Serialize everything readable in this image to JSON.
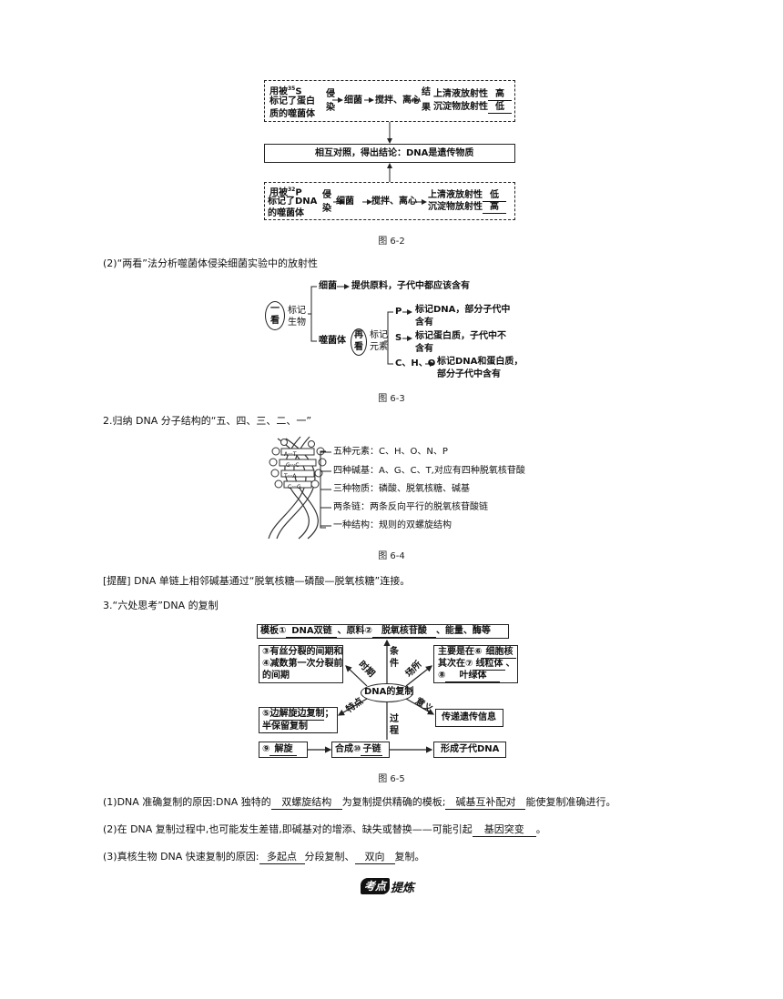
{
  "fig62": {
    "top": {
      "line1": "用被",
      "sup": "35",
      "s": "S",
      "line2": "标记了蛋白",
      "line3": "质的噬菌体",
      "infect1": "侵",
      "infect2": "染",
      "bacteria": "细菌",
      "stir": "搅拌、离心",
      "result1": "结",
      "result2": "果",
      "super": "上清液放射性",
      "super_val": "高",
      "sediment": "沉淀物放射性",
      "sediment_val": "低"
    },
    "mid": "相互对照，得出结论：DNA是遗传物质",
    "bottom": {
      "line1": "用被",
      "sup": "32",
      "p": "P",
      "line2": "标记了DNA",
      "line3": "的噬菌体",
      "infect1": "侵",
      "infect2": "染",
      "bacteria": "细菌",
      "stir": "搅拌、离心",
      "super": "上清液放射性",
      "super_val": "低",
      "sediment": "沉淀物放射性",
      "sediment_val": "高"
    },
    "caption": "图 6-2"
  },
  "sec_two_look": "(2)“两看”法分析噬菌体侵染细菌实验中的放射性",
  "fig63": {
    "one_look1": "一",
    "one_look2": "看",
    "mark1": "标记",
    "mark2": "生物",
    "bacteria": "细菌",
    "bacteria_note": "提供原料，子代中都应该含有",
    "phage": "噬菌体",
    "two_look1": "再",
    "two_look2": "看",
    "elem1": "标记",
    "elem2": "元素",
    "p": "P",
    "p_note1": "标记DNA，部分子代中",
    "p_note2": "含有",
    "s": "S",
    "s_note1": "标记蛋白质，子代中不",
    "s_note2": "含有",
    "cho": "C、H、O",
    "cho_note1": "标记DNA和蛋白质，",
    "cho_note2": "部分子代中含有",
    "caption": "图 6-3"
  },
  "sec2": "2.归纳 DNA 分子结构的“五、四、三、二、一”",
  "fig64": {
    "items": [
      "五种元素：C、H、O、N、P",
      "四种碱基：A、G、C、T,对应有四种脱氧核苷酸",
      "三种物质：磷酸、脱氧核糖、碱基",
      "两条链：两条反向平行的脱氧核苷酸链",
      "一种结构：规则的双螺旋结构"
    ],
    "pairs": [
      "A",
      "T",
      "G",
      "C",
      "T",
      "A",
      "C",
      "G"
    ],
    "caption": "图 6-4"
  },
  "reminder": "[提醒] DNA 单链上相邻碱基通过“脱氧核糖—磷酸—脱氧核糖”连接。",
  "sec3": "3.“六处思考”DNA 的复制",
  "fig65": {
    "top_a": "模板①",
    "top_a_val": "DNA双链",
    "top_b": "、原料②",
    "top_b_val": "脱氧核苷酸",
    "top_c": "、能量、酶等",
    "left1": "③有丝分裂的间期和",
    "left2": "④减数第一次分裂前",
    "left3": "的间期",
    "right1a": "主要是在⑥",
    "right1_val": "细胞核",
    "right2a": "其次在⑦",
    "right2_val": "线粒体",
    "right2b": "、",
    "right3a": "⑧",
    "right3_val": "叶绿体",
    "center": "DNA的复制",
    "cond1": "条",
    "cond2": "件",
    "time": "时期",
    "place": "场所",
    "feature": "特点",
    "meaning": "意义",
    "process1": "过",
    "process2": "程",
    "feat1a": "⑤",
    "feat1_val": "边解旋边复制",
    "feat1b": "；",
    "feat2_val": "半保留复制",
    "meaning_box": "传递遗传信息",
    "step1a": "⑨",
    "step1_val": "解旋",
    "step2a": "合成⑩",
    "step2_val": "子链",
    "step3": "形成子代DNA",
    "caption": "图 6-5"
  },
  "q1": {
    "a": "(1)DNA 准确复制的原因:DNA 独特的",
    "b": "双螺旋结构",
    "c": "为复制提供精确的模板;",
    "d": "碱基互补配对",
    "e": "能使复制准确进行。"
  },
  "q2": {
    "a": "(2)在 DNA 复制过程中,也可能发生差错,即碱基对的增添、缺失或替换——可能引起",
    "b": "基因突变",
    "c": "。"
  },
  "q3": {
    "a": "(3)真核生物 DNA 快速复制的原因:",
    "b": "多起点",
    "c": "分段复制、",
    "d": "双向",
    "e": "复制。"
  },
  "footer": {
    "logo": "考点",
    "text": "提炼"
  }
}
